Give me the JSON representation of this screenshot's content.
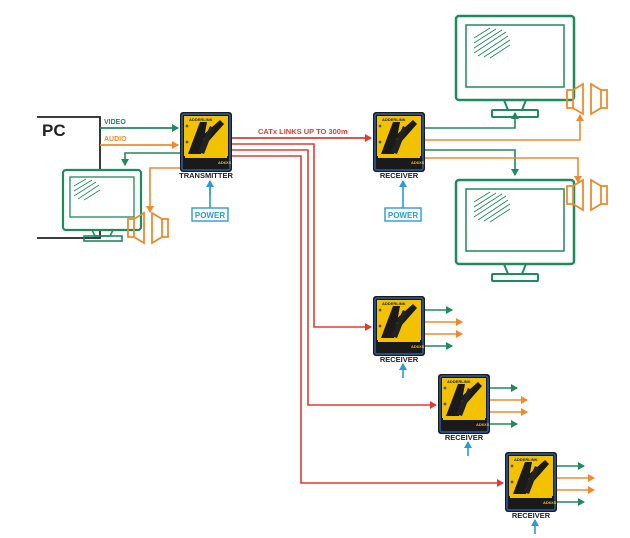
{
  "pc": {
    "label": "PC"
  },
  "signals": {
    "video": "VIDEO",
    "audio": "AUDIO"
  },
  "link": {
    "label": "CATx LINKS UP TO 300m"
  },
  "transmitter": {
    "label": "TRANSMITTER",
    "brand": "ADDERLINK",
    "model": "AD6XS"
  },
  "receivers": [
    {
      "label": "RECEIVER",
      "brand": "ADDERLINK",
      "model": "AD6XS"
    },
    {
      "label": "RECEIVER",
      "brand": "ADDERLINK",
      "model": "AD6XS"
    },
    {
      "label": "RECEIVER",
      "brand": "ADDERLINK",
      "model": "AD6XS"
    },
    {
      "label": "RECEIVER",
      "brand": "ADDERLINK",
      "model": "AD6XS"
    }
  ],
  "power": {
    "transmitter": "POWER",
    "receiver": "POWER"
  },
  "colors": {
    "video": "#1e8a5e",
    "audio": "#ef8a2f",
    "link": "#e03c36",
    "power": "#2a9bd6",
    "unit_yellow": "#f2c200",
    "unit_frame": "#2a5ea8",
    "unit_dark": "#1a1a1a",
    "pc_outline": "#222222"
  }
}
